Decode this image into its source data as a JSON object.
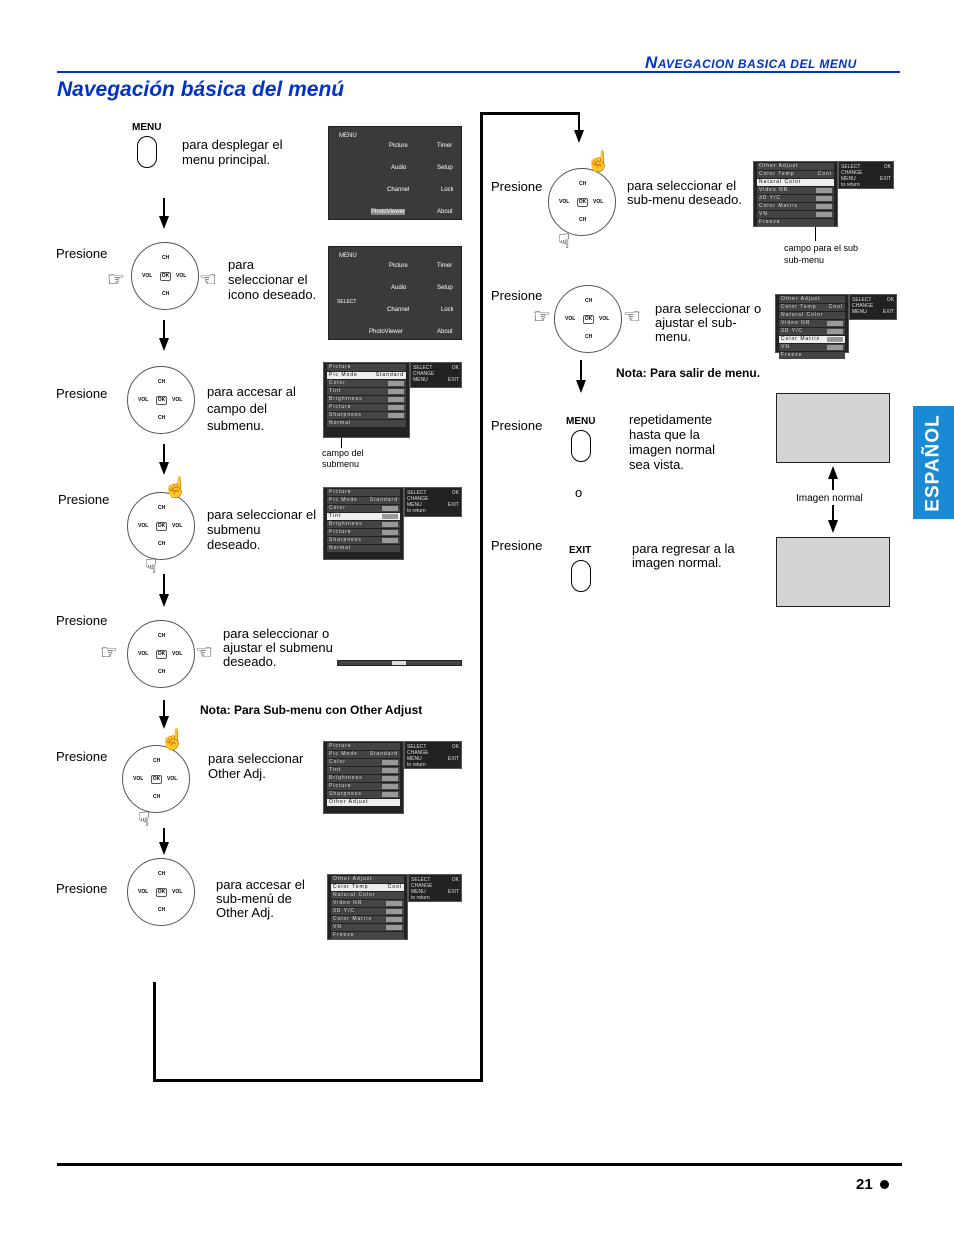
{
  "header": {
    "section_first": "N",
    "section_rest": "AVEGACION BASICA DEL MENU"
  },
  "page_title": "Navegación básica del menú",
  "side_tab": "ESPAÑOL",
  "page_number": "21",
  "remote": {
    "menu_label": "MENU",
    "exit_label": "EXIT",
    "ch": "CH",
    "vol": "VOL",
    "ok": "OK"
  },
  "steps_left": [
    {
      "instruction": "para desplegar el menu principal."
    },
    {
      "press": "Presione",
      "instruction": "para seleccionar el icono deseado."
    },
    {
      "press": "Presione",
      "instruction": "para accesar al campo del submenu.",
      "caption": "campo del submenu"
    },
    {
      "press": "Presione",
      "instruction": "para seleccionar el submenu deseado."
    },
    {
      "press": "Presione",
      "instruction": "para seleccionar o ajustar el submenu deseado."
    },
    {
      "press": "Presione",
      "instruction": "para seleccionar Other Adj."
    },
    {
      "press": "Presione",
      "instruction": "para accesar el sub-menú de Other Adj."
    }
  ],
  "note_left": "Nota: Para Sub-menu con Other Adjust",
  "steps_right": [
    {
      "press": "Presione",
      "instruction": "para seleccionar el sub-menu deseado.",
      "caption": "campo para el sub sub-menu"
    },
    {
      "press": "Presione",
      "instruction": "para seleccionar o ajustar el sub-menu."
    },
    {
      "press": "Presione",
      "instruction": "repetidamente hasta que la imagen normal sea vista."
    },
    {
      "press": "Presione",
      "instruction": "para regresar a la imagen normal."
    }
  ],
  "note_right": "Nota: Para salir de menu.",
  "or_label": "o",
  "imagen_normal": "Imagen normal",
  "main_menu_icons": [
    "Picture",
    "Timer",
    "Audio",
    "Setup",
    "Channel",
    "Lock",
    "PhotoViewer",
    "About"
  ],
  "menu_label_small": "MENU",
  "select_label": "SELECT",
  "exit_small": "EXIT",
  "picture_menu": [
    "Picture",
    "Pic Mode",
    "Color",
    "Tint",
    "Brightness",
    "Picture",
    "Sharpness",
    "Normal",
    "Other Adjust"
  ],
  "other_adjust_menu": [
    "Other Adjust",
    "Color Temp",
    "Natural Color",
    "Video NR",
    "3D Y/C",
    "Color Matrix",
    "VN",
    "Freeze"
  ],
  "osd_side": {
    "select": "SELECT",
    "ok": "OK",
    "change": "CHANGE",
    "menu": "MENU",
    "exit": "EXIT",
    "return": "to return"
  },
  "osd_values": {
    "standard": "Standard",
    "cool": "Cool"
  }
}
